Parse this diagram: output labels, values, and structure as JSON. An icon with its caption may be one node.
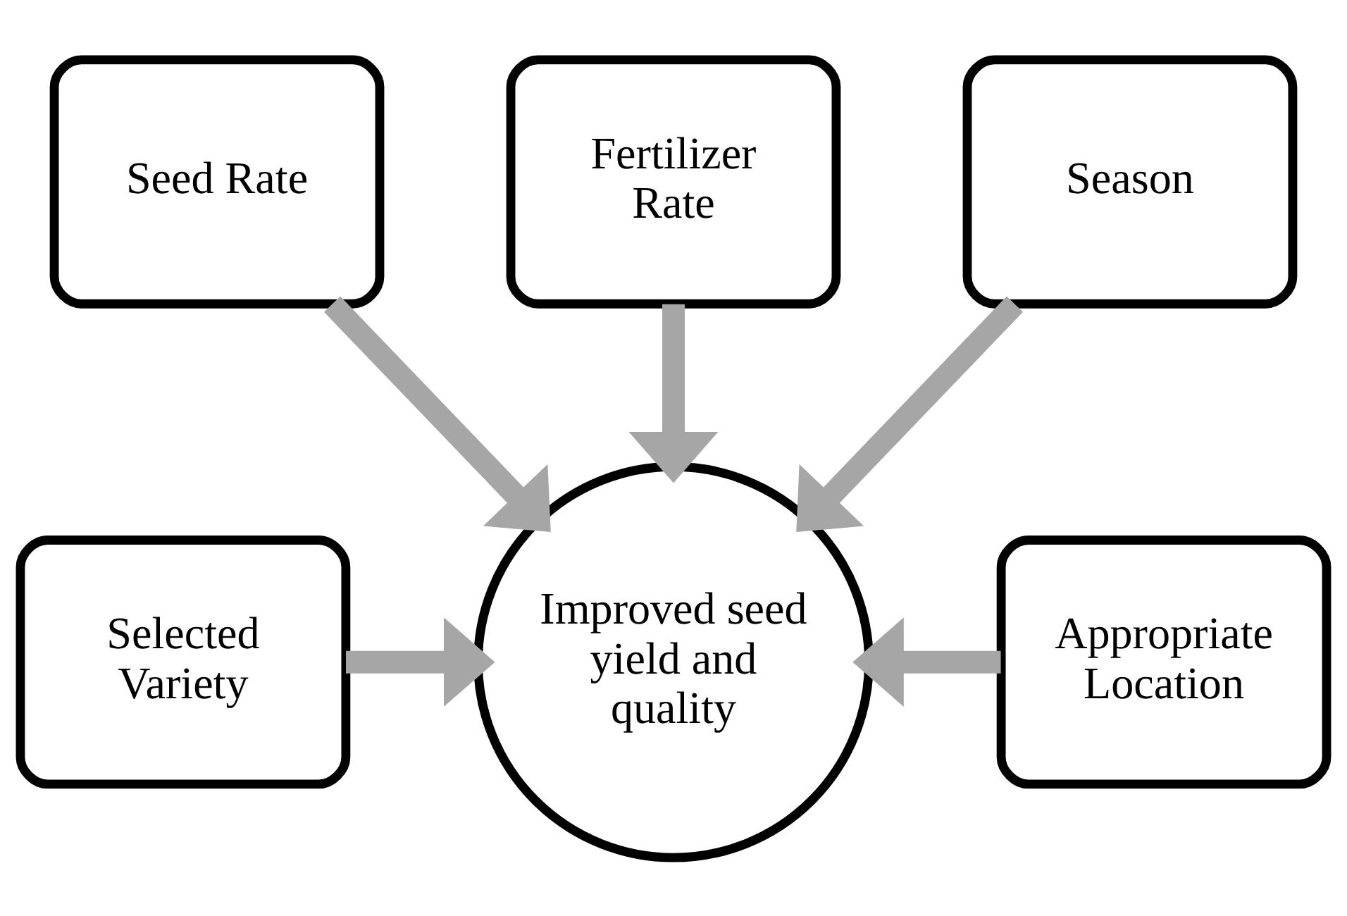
{
  "diagram": {
    "nodes": [
      {
        "text": [
          "Seed Rate"
        ]
      },
      {
        "text": [
          "Fertilizer Rate"
        ]
      },
      {
        "text": [
          "Season"
        ]
      },
      {
        "text": [
          "Selected Variety"
        ]
      },
      {
        "text": [
          "Improved seed yield and quality"
        ]
      },
      {
        "text": [
          "Appropriate Location"
        ]
      }
    ],
    "edges": [
      {
        "from": 0,
        "to": 4,
        "arrow": "to"
      },
      {
        "from": 1,
        "to": 4,
        "arrow": "to"
      },
      {
        "from": 2,
        "to": 4,
        "arrow": "to"
      },
      {
        "from": 3,
        "to": 4,
        "arrow": "to"
      },
      {
        "from": 5,
        "to": 4,
        "arrow": "to"
      }
    ]
  }
}
